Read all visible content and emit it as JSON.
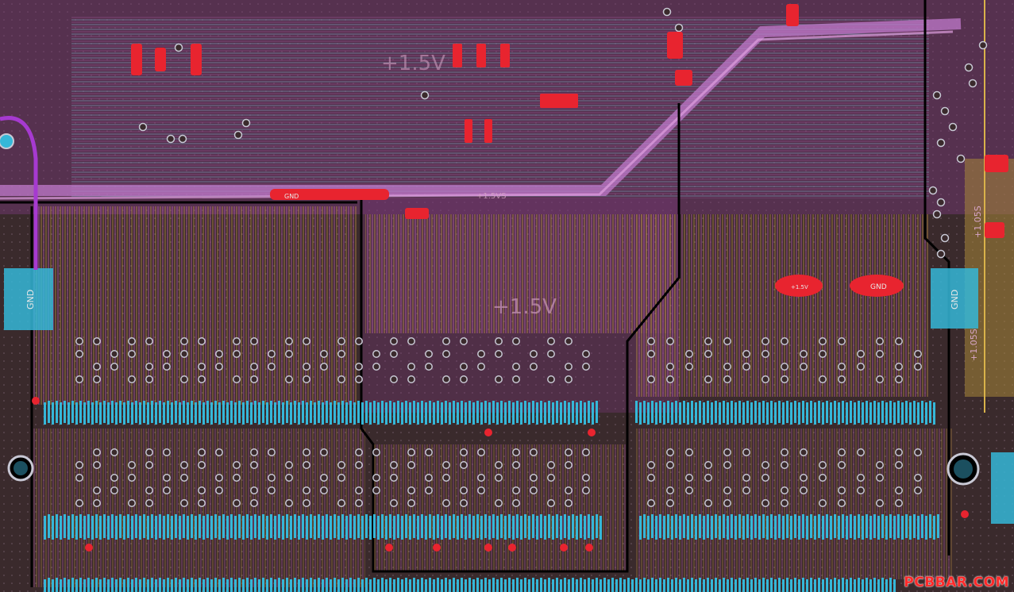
{
  "board": {
    "colors": {
      "substrate": "#3a2a2c",
      "top_trace": "#c05aa8",
      "inner_trace": "#7fd6ff",
      "bottom_trace": "#d9a441",
      "plane_purple": "#8a3f8a",
      "pad_cyan": "#35b7d8",
      "pad_red": "#e8242f",
      "via_ring": "#c8c8d4",
      "outline": "#000000"
    },
    "net_labels": {
      "plus_1_5v_top": "+1.5V",
      "plus_1_5v_center": "+1.5V",
      "gnd_left_pad": "GND",
      "gnd_right_pad": "GND",
      "gnd_oval": "GND",
      "plus_1_5v_oval": "+1.5V",
      "plus_1_05s_right": "+1.05S",
      "plus_1_05s_right_lower": "+1.05S",
      "plus_1_5v_strip": "+1.5VS",
      "gnd_strip": "GND"
    },
    "watermark": "PCBBAR.COM"
  }
}
